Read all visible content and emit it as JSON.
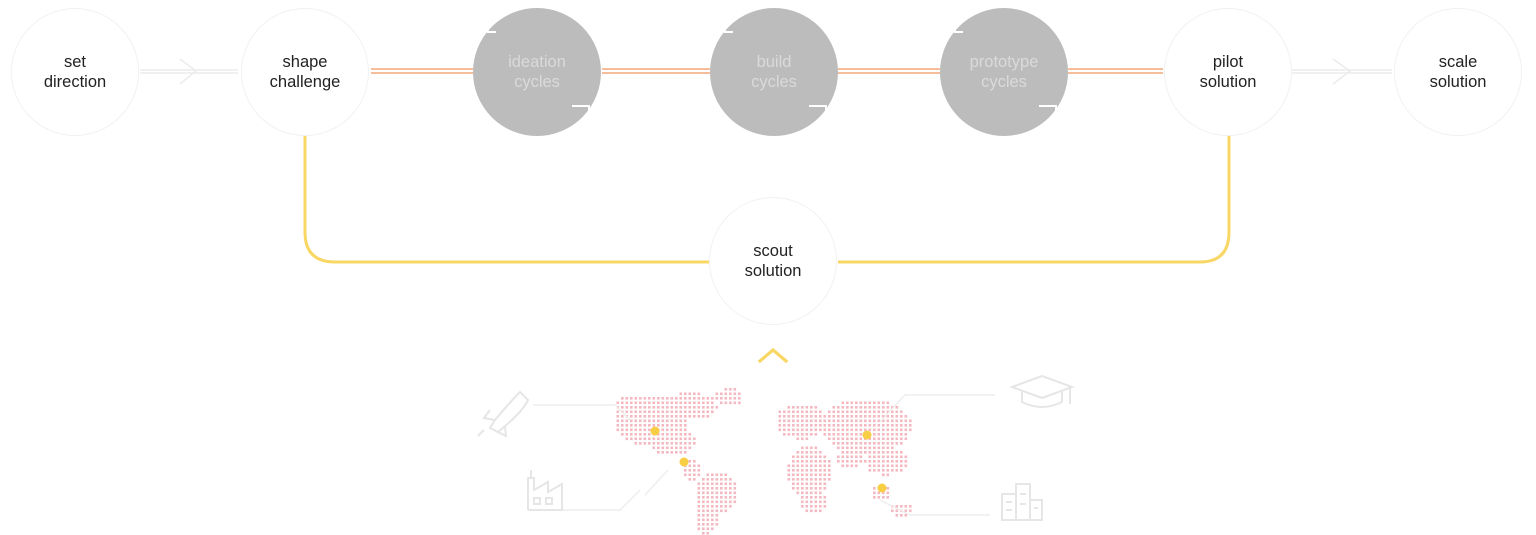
{
  "nodes": [
    {
      "id": "set-direction",
      "line1": "set",
      "line2": "direction",
      "style": "white"
    },
    {
      "id": "shape-challenge",
      "line1": "shape",
      "line2": "challenge",
      "style": "white"
    },
    {
      "id": "ideation-cycles",
      "line1": "ideation",
      "line2": "cycles",
      "style": "gray"
    },
    {
      "id": "build-cycles",
      "line1": "build",
      "line2": "cycles",
      "style": "gray"
    },
    {
      "id": "prototype-cycles",
      "line1": "prototype",
      "line2": "cycles",
      "style": "gray"
    },
    {
      "id": "pilot-solution",
      "line1": "pilot",
      "line2": "solution",
      "style": "white"
    },
    {
      "id": "scale-solution",
      "line1": "scale",
      "line2": "solution",
      "style": "white"
    },
    {
      "id": "scout-solution",
      "line1": "scout",
      "line2": "solution",
      "style": "white"
    }
  ],
  "colors": {
    "orange_line": "#f3a77a",
    "yellow_line": "#f8d765",
    "gray_node": "#bcbcbc",
    "gray_text": "#dadada",
    "map_dot": "#f4b8c0",
    "map_marker": "#f8cf44",
    "faint_icon": "#e6e6e6"
  },
  "icons": [
    "rocket-icon",
    "graduation-cap-icon",
    "factory-icon",
    "city-buildings-icon",
    "chevron-up-icon"
  ]
}
